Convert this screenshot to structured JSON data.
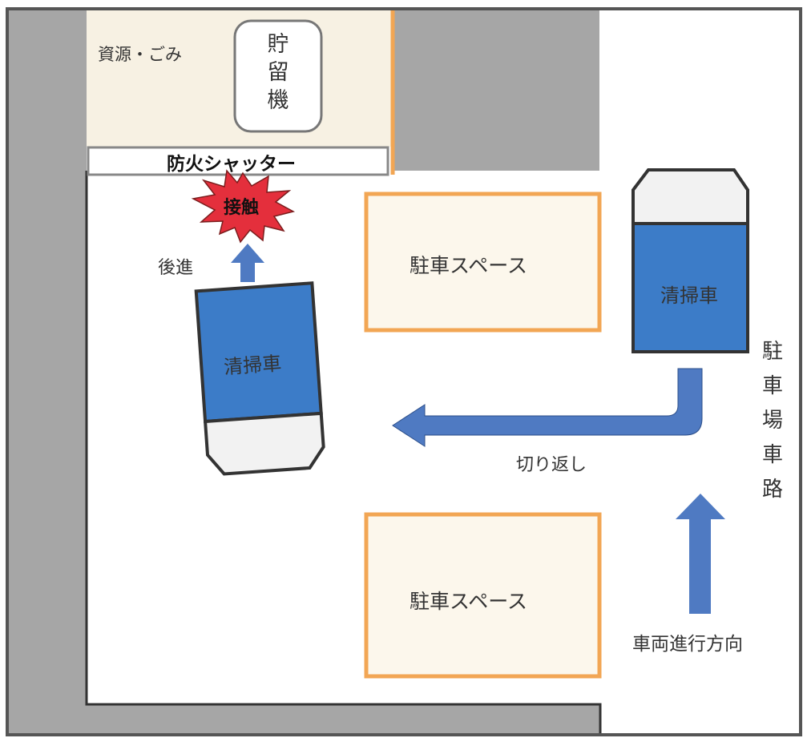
{
  "labels": {
    "storage_area": "資源・ごみ",
    "storage_machine_chars": [
      "貯",
      "留",
      "機"
    ],
    "fire_shutter": "防火シャッター",
    "contact": "接触",
    "reverse": "後進",
    "parking_space_upper": "駐車スペース",
    "parking_space_lower": "駐車スペース",
    "cleaning_vehicle_left": "清掃車",
    "cleaning_vehicle_right": "清掃車",
    "turnaround": "切り返し",
    "vehicle_direction": "車両進行方向",
    "parking_lane_chars": [
      "駐",
      "車",
      "場",
      "車",
      "路"
    ]
  },
  "colors": {
    "wall_gray": "#a6a6a6",
    "storage_fill": "#f7f1e3",
    "parking_border": "#f2a654",
    "parking_fill": "#fcf7ec",
    "vehicle_blue": "#3c7cc8",
    "arrow_blue": "#4f7ac2",
    "contact_red": "#e42f3c",
    "orange_line": "#f2a654"
  }
}
